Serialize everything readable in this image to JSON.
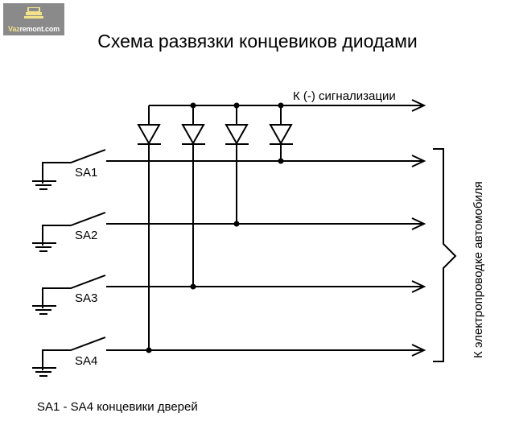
{
  "logo": {
    "text_part1": "Vaz",
    "text_part2": "remont.com",
    "icon": "car-wrench-icon",
    "bg_color": "#8a8a8a",
    "accent_color": "#f2e38a"
  },
  "title": "Схема развязки концевиков диодами",
  "signal_label": "К (-) сигнализации",
  "wiring_label": "К электропроводке автомобиля",
  "switches": [
    {
      "label": "SA1"
    },
    {
      "label": "SA2"
    },
    {
      "label": "SA3"
    },
    {
      "label": "SA4"
    }
  ],
  "diodes_count": 4,
  "footnote": "SA1 - SA4 концевики дверей"
}
